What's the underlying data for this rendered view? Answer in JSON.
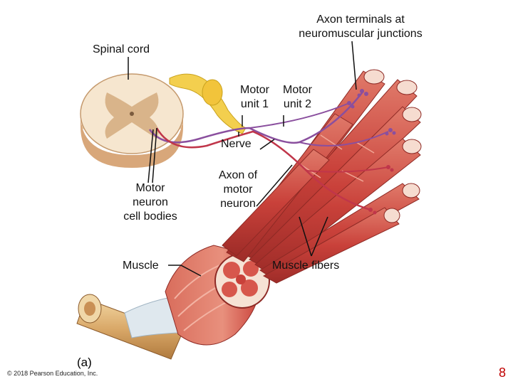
{
  "labels": {
    "axon_terminals": [
      "Axon terminals at",
      "neuromuscular junctions"
    ],
    "spinal_cord": "Spinal cord",
    "motor_unit_1": [
      "Motor",
      "unit 1"
    ],
    "motor_unit_2": [
      "Motor",
      "unit 2"
    ],
    "nerve": "Nerve",
    "motor_neuron_cell_bodies": [
      "Motor",
      "neuron",
      "cell bodies"
    ],
    "axon_of_motor_neuron": [
      "Axon of",
      "motor",
      "neuron"
    ],
    "muscle": "Muscle",
    "muscle_fibers": "Muscle fibers",
    "panel": "(a)"
  },
  "footer": {
    "copyright": "© 2018 Pearson Education, Inc.",
    "page_number": "8"
  },
  "colors": {
    "muscle_red": "#c9413a",
    "muscle_light": "#e9806e",
    "nerve_yellow": "#f3cf4e",
    "axon_purple": "#8a4f9e",
    "axon_red": "#c0364a",
    "spinal_beige": "#f6e6cf",
    "gray_matter": "#d9b48a",
    "page_number_red": "#c00000"
  }
}
